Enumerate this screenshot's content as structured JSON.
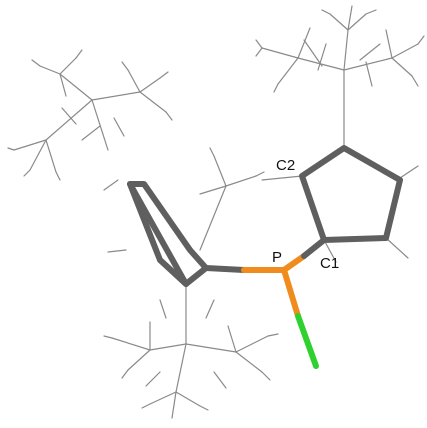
{
  "labels": {
    "c2": "C2",
    "p": "P",
    "c1": "C1"
  },
  "colors": {
    "carbon_stick": "#5f5f5f",
    "wireframe": "#8a8a8a",
    "phosphorus": "#f08c1e",
    "chlorine": "#2ed12e"
  }
}
